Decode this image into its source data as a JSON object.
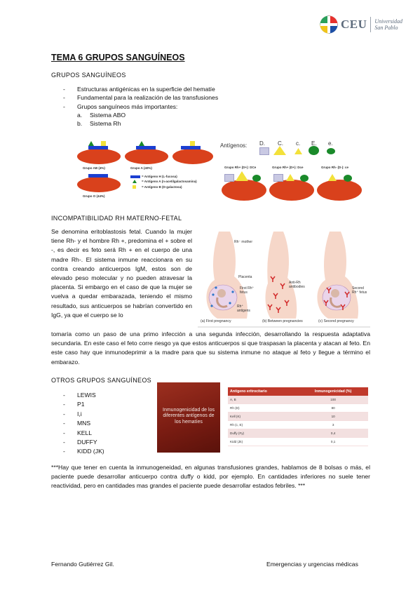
{
  "logo": {
    "brand": "CEU",
    "name_line1": "Universidad",
    "name_line2": "San Pablo"
  },
  "title": "TEMA 6 GRUPOS SANGUÍNEOS",
  "section1": {
    "heading": "GRUPOS SANGUÍNEOS",
    "bullets": [
      "Estructuras antigénicas en la superficie del hematíe",
      "Fundamental para la realización de las transfusiones",
      "Grupos sanguíneos más importantes:"
    ],
    "subitems": [
      {
        "marker": "a.",
        "text": "Sistema ABO"
      },
      {
        "marker": "b.",
        "text": "Sistema Rh"
      }
    ]
  },
  "abo_figure": {
    "labels": [
      "Grupo AB (4%)",
      "Grupo A (40%)",
      "Grupo O (44%)"
    ],
    "legend": [
      "= Antígeno H (L-fucosa)",
      "= Antígeno A (n-acetilgalactosamina)",
      "= Antígeno B (D-galactosa)"
    ],
    "colors": {
      "red": "#d9411c",
      "blue": "#1b3fd1",
      "green": "#1a8a2a",
      "yellow": "#f3e13a"
    }
  },
  "rh_figure": {
    "title": "Antígenos:",
    "antigens": [
      "D.",
      "C.",
      "c.",
      "E.",
      "e."
    ],
    "labels": [
      "Grupo Rh+ (D+): DCe",
      "Grupo Rh+ (D+): Dce",
      "Grupo Rh- (D-): ce"
    ]
  },
  "section2": {
    "heading": "INCOMPATIBILIDAD RH MATERNO-FETAL",
    "para_narrow": "Se denomina eritoblastosis fetal. Cuando la mujer tiene Rh- y el hombre Rh +, predomina el + sobre el -, es decir es feto será Rh + en el cuerpo de una madre Rh-. El sistema inmune reaccionara en su contra creando anticuerpos IgM, estos son de elevado peso molecular y no pueden atravesar la placenta. Si embargo en el caso de que la mujer se vuelva a quedar embarazada, teniendo el mismo resultado, sus anticuerpos se habrían convertido en IgG, ya que el cuerpo se lo",
    "para_wide": "tomaría como un paso de una primo infección a una segunda infección, desarrollando la respuesta adaptativa secundaria. En este caso el feto corre riesgo ya que estos anticuerpos si que traspasan la placenta y atacan al feto. En este caso hay que inmunodeprimir a la madre para que su sistema inmune no ataque al feto y llegue a término el embarazo."
  },
  "pregnancy_figure": {
    "labels": {
      "rh_mother": "Rh⁻ mother",
      "placenta": "Placenta",
      "first_fetus": "First Rh⁺ fetus",
      "rh_antigens": "Rh⁺ antigens",
      "anti_rh": "Anti-Rh antibodies",
      "second_fetus": "Second Rh⁺ fetus"
    },
    "captions": [
      "(a) First pregnancy",
      "(b) Between pregnancies",
      "(c) Second pregnancy"
    ]
  },
  "section3": {
    "heading": "OTROS GRUPOS SANGUÍNEOS",
    "items": [
      "LEWIS",
      "P1",
      "I,i",
      "MNS",
      "KELL",
      "DUFFY",
      "KIDD (JK)"
    ]
  },
  "slide": {
    "text": "Inmunogenicidad de los diferentes antígenos de los hematíes"
  },
  "immuno_table": {
    "headers": [
      "Antígeno eritrocitario",
      "Inmunogenicidad (%)"
    ],
    "rows": [
      [
        "A, B",
        "100"
      ],
      [
        "Rh (D)",
        "80"
      ],
      [
        "Kell (K)",
        "10"
      ],
      [
        "Rh (c, E)",
        "3"
      ],
      [
        "Duffy (Fy)",
        "0,4"
      ],
      [
        "Kidd (Jk)",
        "0,1"
      ]
    ]
  },
  "note": "***Hay que tener en cuenta la inmunogeneidad, en algunas transfusiones grandes, hablamos de 8 bolsas o más, el paciente puede desarrollar anticuerpo contra duffy o kidd, por ejemplo. En cantidades inferiores no suele tener reactividad, pero en cantidades mas grandes el paciente puede desarrollar estados febriles. ***",
  "footer": {
    "author": "Fernando Gutiérrez Gil.",
    "course": "Emergencias y urgencias médicas"
  }
}
